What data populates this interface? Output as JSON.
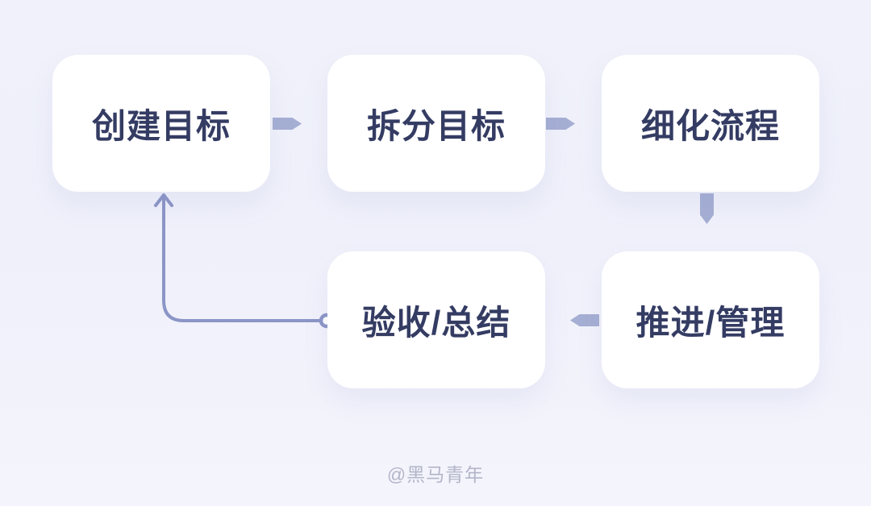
{
  "diagram": {
    "nodes": [
      {
        "id": "create-goal",
        "label": "创建目标"
      },
      {
        "id": "split-goal",
        "label": "拆分目标"
      },
      {
        "id": "refine-process",
        "label": "细化流程"
      },
      {
        "id": "review-summary",
        "label": "验收/总结"
      },
      {
        "id": "advance-manage",
        "label": "推进/管理"
      }
    ],
    "edges": [
      {
        "from": "create-goal",
        "to": "split-goal",
        "type": "arrow-right"
      },
      {
        "from": "split-goal",
        "to": "refine-process",
        "type": "arrow-right"
      },
      {
        "from": "refine-process",
        "to": "advance-manage",
        "type": "arrow-down"
      },
      {
        "from": "advance-manage",
        "to": "review-summary",
        "type": "arrow-left"
      },
      {
        "from": "review-summary",
        "to": "create-goal",
        "type": "loop-back-line"
      }
    ],
    "colors": {
      "background_top": "#f0f1fa",
      "background_bottom": "#f4f4fc",
      "node_fill": "#ffffff",
      "node_text": "#343c63",
      "chunky_arrow": "#a5aed3",
      "loop_connector": "#8b95c6",
      "watermark_text": "#b2b6c8"
    },
    "watermark": "@黑马青年"
  }
}
